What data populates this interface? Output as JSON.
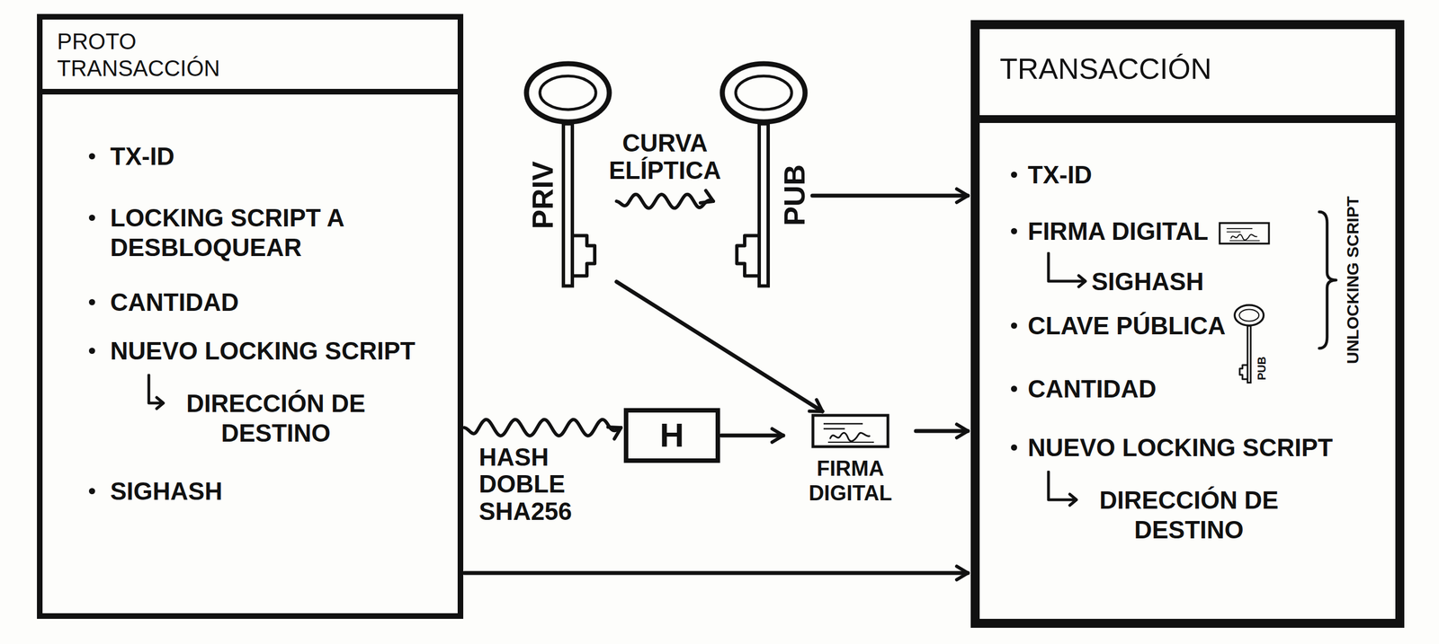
{
  "diagram": {
    "nodes": [
      {
        "text": [
          "PROTO TRANSACCIÓN",
          "TX-ID",
          "LOCKING SCRIPT A DESBLOQUEAR",
          "CANTIDAD",
          "NUEVO LOCKING SCRIPT",
          "DIRECCIÓN DE DESTINO",
          "SIGHASH"
        ]
      },
      {
        "text": [
          "PRIV"
        ]
      },
      {
        "text": [
          "PUB"
        ]
      },
      {
        "text": [
          "H"
        ]
      },
      {
        "text": [
          "FIRMA DIGITAL"
        ]
      },
      {
        "text": [
          "TRANSACCIÓN",
          "TX-ID",
          "FIRMA DIGITAL",
          "SIGHASH",
          "CLAVE PÚBLICA",
          "CANTIDAD",
          "NUEVO LOCKING SCRIPT",
          "DIRECCIÓN DE DESTINO"
        ]
      }
    ],
    "edges": [
      {
        "from": 1,
        "to": 2,
        "label": "CURVA ELÍPTICA",
        "arrow": "to"
      },
      {
        "from": 2,
        "to": 5,
        "arrow": "to"
      },
      {
        "from": 1,
        "to": 4,
        "arrow": "to"
      },
      {
        "from": 0,
        "to": 3,
        "label": "HASH DOBLE SHA256",
        "arrow": "to"
      },
      {
        "from": 3,
        "to": 4,
        "arrow": "to"
      },
      {
        "from": 4,
        "to": 5,
        "arrow": "to"
      },
      {
        "from": 0,
        "to": 5,
        "arrow": "to"
      }
    ],
    "labels": [
      "PUB",
      "UNLOCKING SCRIPT"
    ]
  }
}
